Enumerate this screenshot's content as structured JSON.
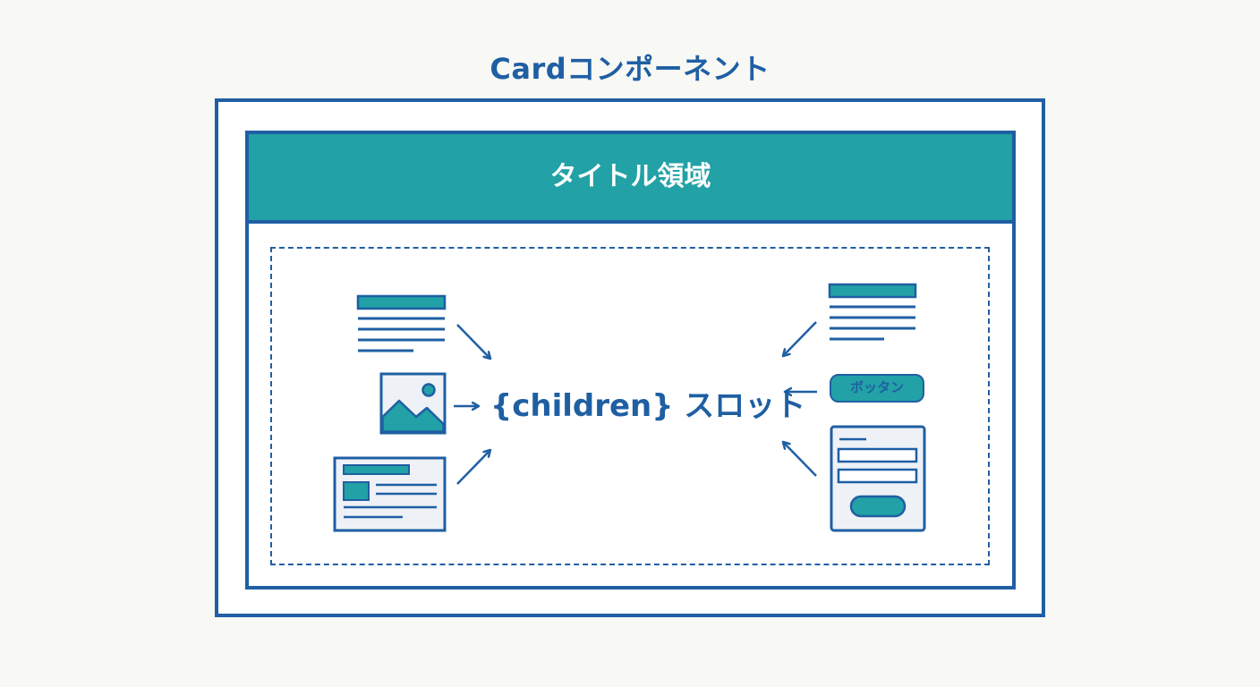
{
  "diagram": {
    "title": "Cardコンポーネント",
    "title_bar_label": "タイトル領域",
    "slot_label": "{children} スロット",
    "button_label": "ボッタン"
  },
  "colors": {
    "primary_blue": "#1f5fa3",
    "teal": "#22a1a6",
    "background": "#f8f8f5",
    "panel": "#ffffff",
    "light_panel": "#eef1f6"
  },
  "icons": {
    "left": [
      "text-block-icon",
      "image-icon",
      "media-card-icon"
    ],
    "right": [
      "text-block-icon",
      "button-icon",
      "form-icon"
    ]
  }
}
